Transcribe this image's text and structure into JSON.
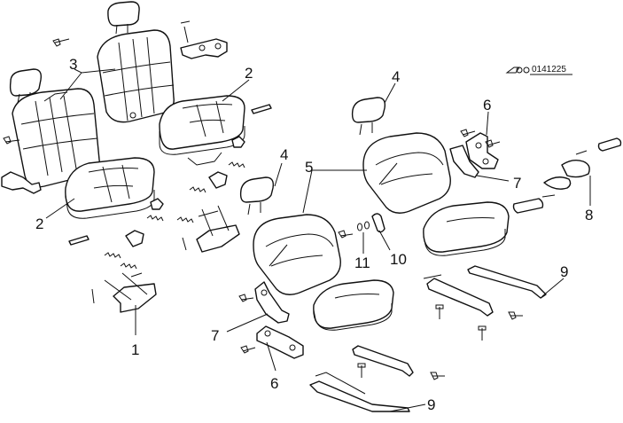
{
  "diagram": {
    "code": "0141225",
    "callouts": [
      {
        "id": "c1",
        "label": "1"
      },
      {
        "id": "c2a",
        "label": "2"
      },
      {
        "id": "c2b",
        "label": "2"
      },
      {
        "id": "c3",
        "label": "3"
      },
      {
        "id": "c4a",
        "label": "4"
      },
      {
        "id": "c4b",
        "label": "4"
      },
      {
        "id": "c5",
        "label": "5"
      },
      {
        "id": "c6a",
        "label": "6"
      },
      {
        "id": "c6b",
        "label": "6"
      },
      {
        "id": "c7a",
        "label": "7"
      },
      {
        "id": "c7b",
        "label": "7"
      },
      {
        "id": "c8",
        "label": "8"
      },
      {
        "id": "c9a",
        "label": "9"
      },
      {
        "id": "c9b",
        "label": "9"
      },
      {
        "id": "c10",
        "label": "10"
      },
      {
        "id": "c11",
        "label": "11"
      }
    ]
  }
}
